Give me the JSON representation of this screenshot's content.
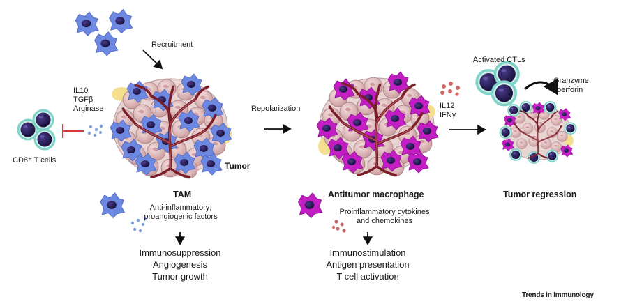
{
  "labels": {
    "recruitment": "Recruitment",
    "il10_lines": [
      "IL10",
      "TGFβ",
      "Arginase"
    ],
    "cd8": "CD8⁺ T cells",
    "tumor": "Tumor",
    "repolarization": "Repolarization",
    "il12_lines": [
      "IL12",
      "IFNγ"
    ],
    "activated_ctls": "Activated CTLs",
    "granzyme_lines": [
      "Granzyme",
      "perforin"
    ]
  },
  "stages": {
    "tam": {
      "title": "TAM",
      "factors": [
        "Anti-inflammatory;",
        "proangiogenic factors"
      ],
      "outcomes": [
        "Immunosuppression",
        "Angiogenesis",
        "Tumor growth"
      ]
    },
    "antitumor": {
      "title": "Antitumor macrophage",
      "factors": [
        "Proinflammatory cytokines",
        "and chemokines"
      ],
      "outcomes": [
        "Immunostimulation",
        "Antigen presentation",
        "T cell activation"
      ]
    },
    "regression": {
      "title": "Tumor regression"
    }
  },
  "footer": {
    "journal": "Trends in Immunology"
  },
  "colors": {
    "tam_blue": "#6c88e0",
    "m1_magenta": "#c21ec4",
    "nucleus": "#241a56",
    "tumor_cell": "#e8c2c2",
    "vessel": "#7a1e28",
    "tcell_ring": "#7fd3c8",
    "inhibit_red": "#d63b3b",
    "yellow": "#f3df8e",
    "cytokine_blue": "#7fa0e0",
    "cytokine_red": "#d06a6a"
  }
}
